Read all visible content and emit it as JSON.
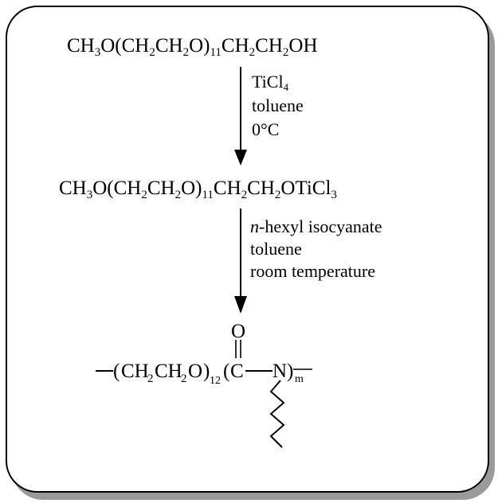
{
  "reactant": {
    "parts": [
      "CH",
      "3",
      "O(CH",
      "2",
      "CH",
      "2",
      "O)",
      "11",
      "CH",
      "2",
      "CH",
      "2",
      "OH"
    ]
  },
  "step1": {
    "reagent_main": "TiCl",
    "reagent_sub": "4",
    "solvent": "toluene",
    "temperature": "0°C"
  },
  "intermediate": {
    "parts": [
      "CH",
      "3",
      "O(CH",
      "2",
      "CH",
      "2",
      "O)",
      "11",
      "CH",
      "2",
      "CH",
      "2",
      "OTiCl",
      "3"
    ]
  },
  "step2": {
    "reagent_italic": "n",
    "reagent_rest": "-hexyl isocyanate",
    "solvent": "toluene",
    "temperature": "room temperature"
  },
  "product": {
    "open_paren": "(",
    "segment_a": "CH",
    "sub_a": "2",
    "segment_b": "CH",
    "sub_b": "2",
    "segment_c": "O",
    "close_paren_1": ")",
    "repeat_count": "12",
    "open_paren_2": "(",
    "carbon": "C",
    "nitrogen": "N",
    "close_paren_2": ")",
    "repeat_m": "m",
    "oxygen": "O"
  }
}
